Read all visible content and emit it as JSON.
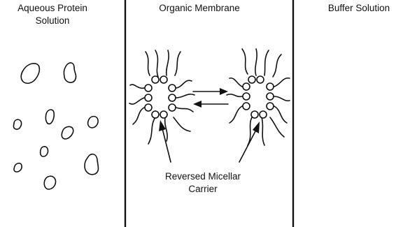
{
  "regions": {
    "left": {
      "line1": "Aqueous Protein",
      "line2": "Solution"
    },
    "middle": {
      "title": "Organic Membrane"
    },
    "right": {
      "title": "Buffer  Solution"
    }
  },
  "carrier_label": {
    "line1": "Reversed  Micellar",
    "line2": "Carrier"
  },
  "icons": {
    "proteins": "blob-shapes",
    "micelle": "reversed-micelle-icon",
    "equilibrium": "double-arrow-icon",
    "pointer": "arrow-icon"
  },
  "colors": {
    "ink": "#111111",
    "background": "#ffffff"
  }
}
